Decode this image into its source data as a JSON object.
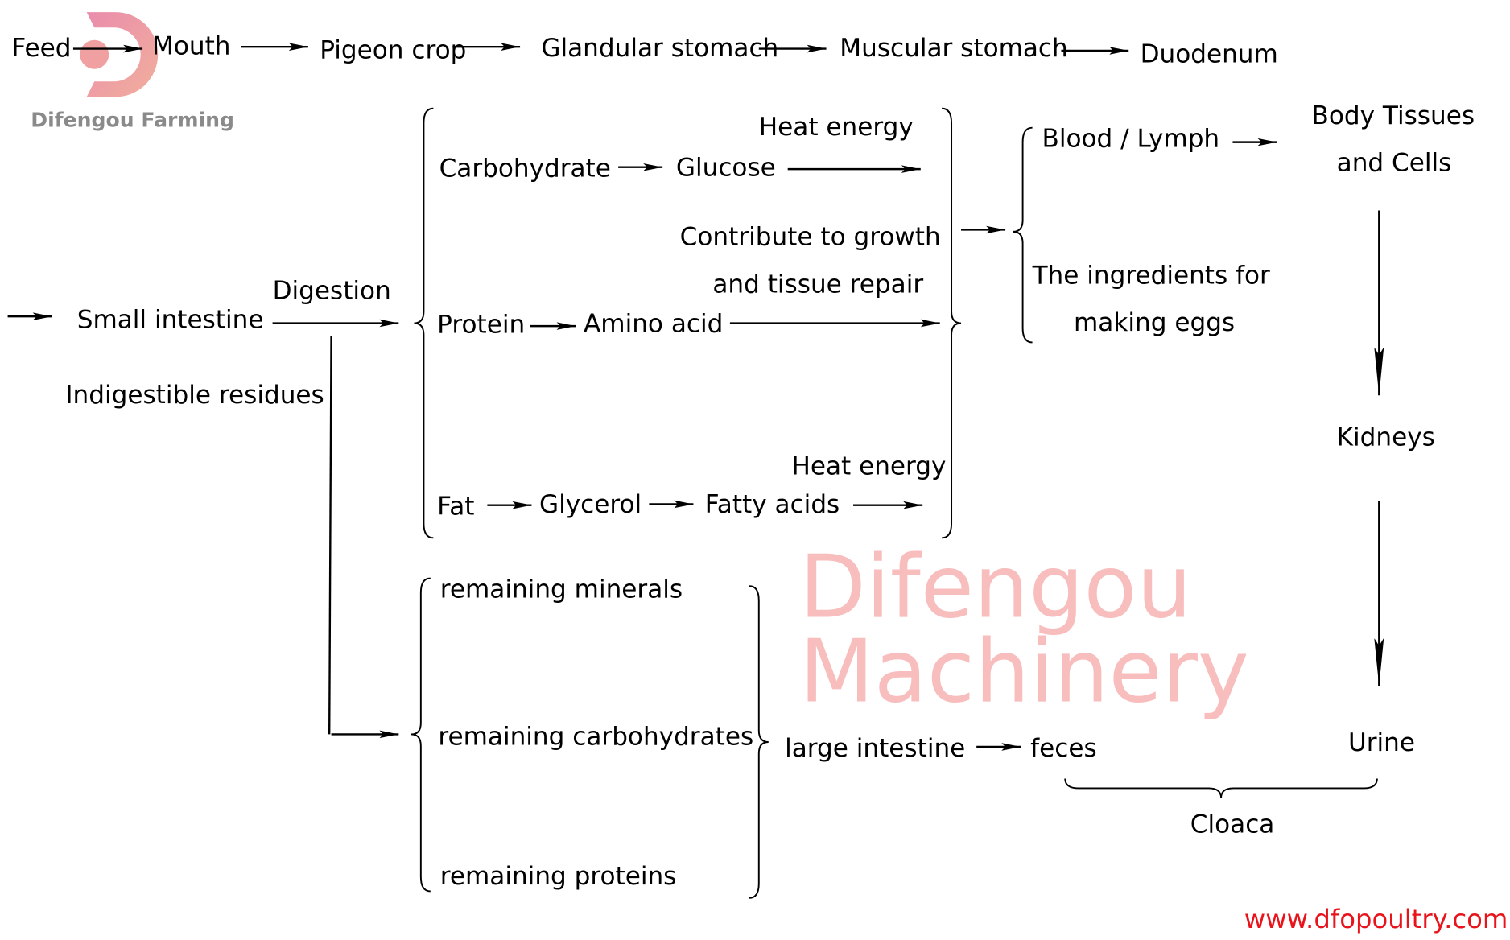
{
  "logo": {
    "text": "Difengou Farming",
    "colors": [
      "#e986a8",
      "#f0ab96"
    ]
  },
  "watermark": "Difengou Machinery",
  "url": "www.dfopoultry.com",
  "top_chain": [
    "Feed",
    "Mouth",
    "Pigeon crop",
    "Glandular stomach",
    "Muscular stomach",
    "Duodenum"
  ],
  "small_intestine": "Small intestine",
  "digestion": "Digestion",
  "indigestible": "Indigestible residues",
  "carb": {
    "source": "Carbohydrate",
    "product": "Glucose",
    "note": "Heat energy"
  },
  "protein": {
    "source": "Protein",
    "product": "Amino acid",
    "note1": "Contribute to growth",
    "note2": "and tissue repair"
  },
  "fat": {
    "source": "Fat",
    "product1": "Glycerol",
    "product2": "Fatty acids",
    "note": "Heat energy"
  },
  "blood": "Blood / Lymph",
  "eggs1": "The ingredients for",
  "eggs2": "making eggs",
  "body1": "Body Tissues",
  "body2": "and Cells",
  "kidneys": "Kidneys",
  "urine": "Urine",
  "remaining": [
    "remaining minerals",
    "remaining carbohydrates",
    "remaining proteins"
  ],
  "large_intestine": "large intestine",
  "feces": "feces",
  "cloaca": "Cloaca",
  "colors": {
    "watermark": "#f59a9a",
    "url": "#e8131b"
  }
}
